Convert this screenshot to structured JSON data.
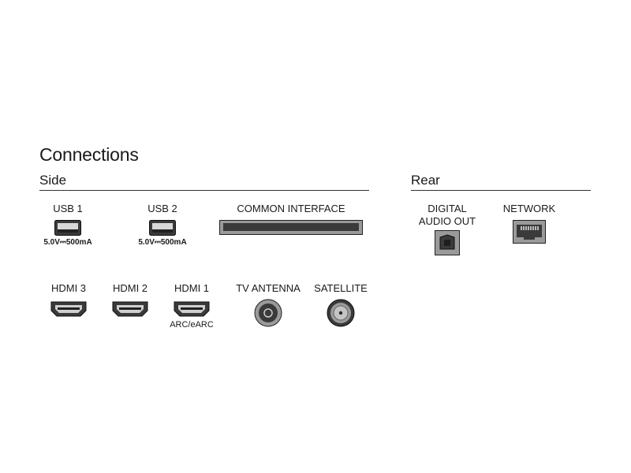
{
  "title": "Connections",
  "sections": {
    "side": "Side",
    "rear": "Rear"
  },
  "ports": {
    "usb1": {
      "label": "USB 1",
      "spec": "5.0V⎓500mA"
    },
    "usb2": {
      "label": "USB 2",
      "spec": "5.0V⎓500mA"
    },
    "ci": {
      "label": "COMMON INTERFACE"
    },
    "digital": {
      "label_line1": "DIGITAL",
      "label_line2": "AUDIO OUT"
    },
    "network": {
      "label": "NETWORK"
    },
    "hdmi3": {
      "label": "HDMI 3"
    },
    "hdmi2": {
      "label": "HDMI 2"
    },
    "hdmi1": {
      "label": "HDMI 1",
      "sub": "ARC/eARC"
    },
    "antenna": {
      "label": "TV ANTENNA"
    },
    "satellite": {
      "label": "SATELLITE"
    }
  },
  "colors": {
    "text": "#1a1a1a",
    "port_dark": "#3a3a3a",
    "port_gray": "#9a9a9a",
    "rule": "#333333"
  },
  "icons": {
    "usb": "usb-port-icon",
    "ci": "common-interface-slot-icon",
    "optical": "optical-audio-port-icon",
    "ethernet": "ethernet-port-icon",
    "hdmi": "hdmi-port-icon",
    "coax": "coaxial-connector-icon",
    "fconnector": "f-connector-icon"
  }
}
